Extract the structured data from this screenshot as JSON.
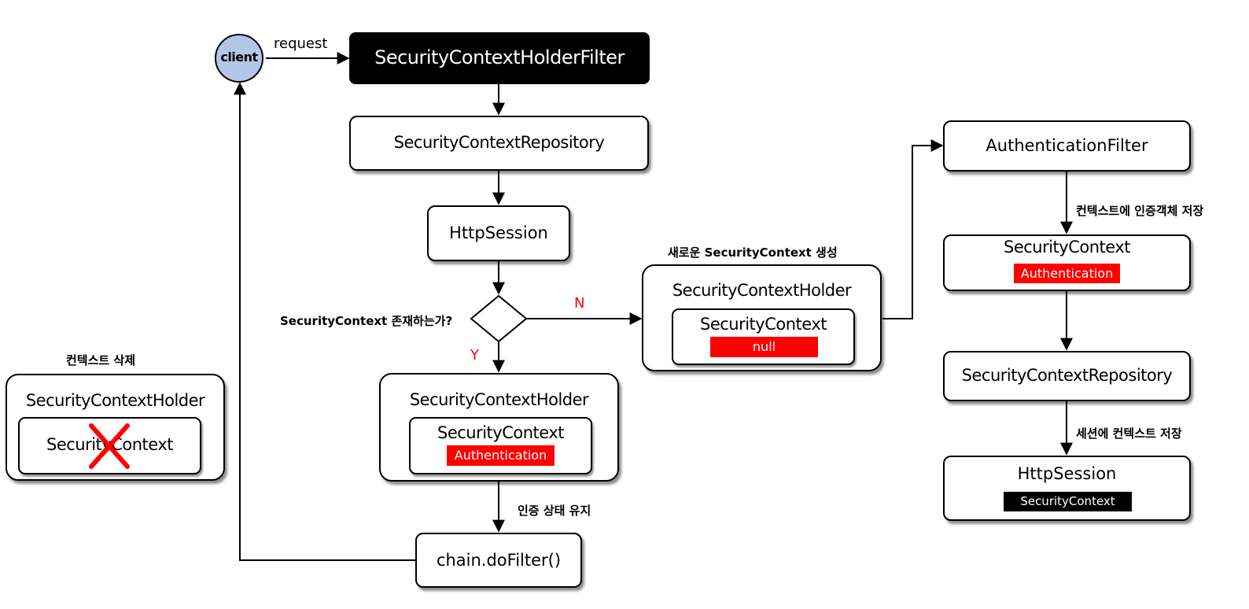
{
  "colors": {
    "client_fill": "#b4c6e7",
    "tag_red": "#ff0000",
    "tag_black": "#000000",
    "yn_red": "#ff0000"
  },
  "client": {
    "label": "client"
  },
  "edges": {
    "request": "request",
    "y": "Y",
    "n": "N",
    "keep_auth": "인증 상태 유지",
    "save_auth_to_context": "컨텍스트에 인증객체 저장",
    "save_context_to_session": "세션에 컨텍스트 저장"
  },
  "main": {
    "filter": "SecurityContextHolderFilter",
    "repository": "SecurityContextRepository",
    "session": "HttpSession",
    "decision": "SecurityContext 존재하는가?",
    "holder_yes": {
      "title": "SecurityContextHolder",
      "context": "SecurityContext",
      "tag": "Authentication"
    },
    "chain": "chain.doFilter()"
  },
  "new_context": {
    "caption": "새로운 SecurityContext 생성",
    "title": "SecurityContextHolder",
    "context": "SecurityContext",
    "tag": "null"
  },
  "right_flow": {
    "auth_filter": "AuthenticationFilter",
    "context": {
      "title": "SecurityContext",
      "tag": "Authentication"
    },
    "repository": "SecurityContextRepository",
    "session": {
      "title": "HttpSession",
      "tag": "SecurityContext"
    }
  },
  "clear": {
    "caption": "컨텍스트 삭제",
    "title": "SecurityContextHolder",
    "context": "SecurityContext",
    "x_mark": "cross-mark-icon"
  }
}
